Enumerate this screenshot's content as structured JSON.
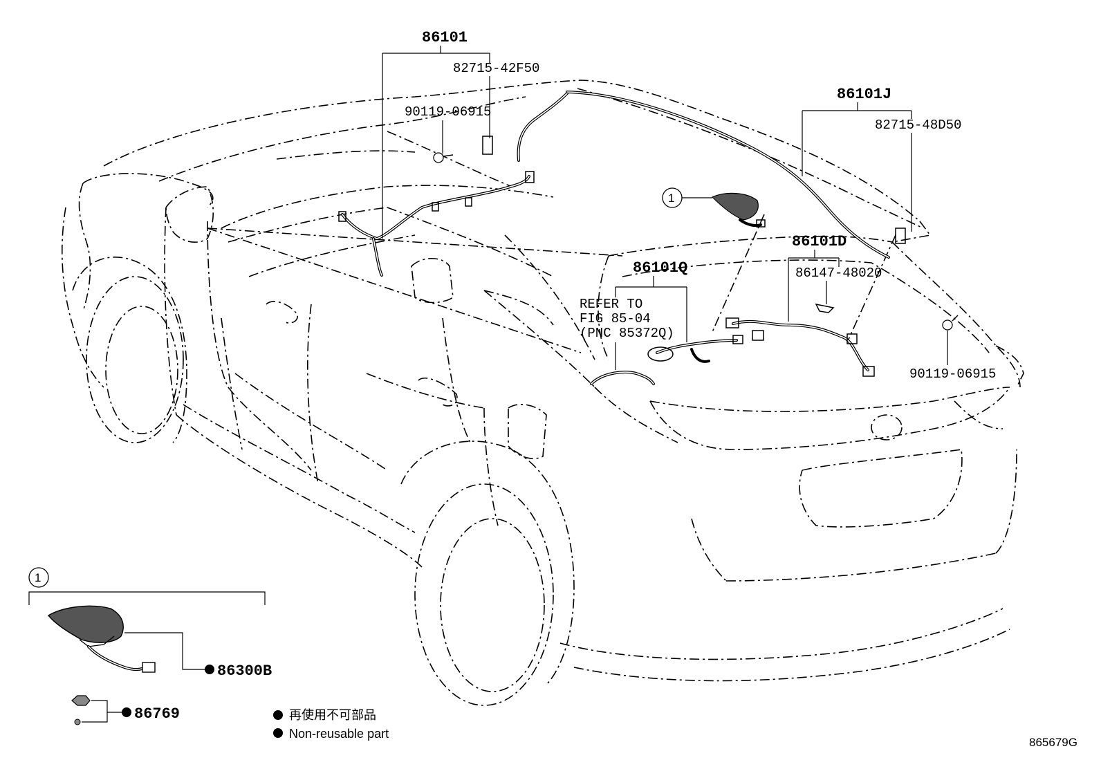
{
  "diagram": {
    "figure_id": "865679G",
    "callouts": {
      "harness_main": "86101",
      "harness_main_clamp": "82715-42F50",
      "clip_left": "90119-06915",
      "harness_roof": "86101J",
      "harness_roof_clamp": "82715-48D50",
      "clip_right": "90119-06915",
      "harness_q": "86101Q",
      "refer_line1": "REFER TO",
      "refer_line2": "FIG 85-04",
      "refer_line3": "(PNC 85372Q)",
      "harness_d": "86101D",
      "harness_d_part": "86147-48020"
    },
    "detail": {
      "marker": "1",
      "antenna_part": "86300B",
      "nut_part": "86769"
    },
    "legend": {
      "japanese": "再使用不可部品",
      "english": "Non-reusable part"
    }
  }
}
